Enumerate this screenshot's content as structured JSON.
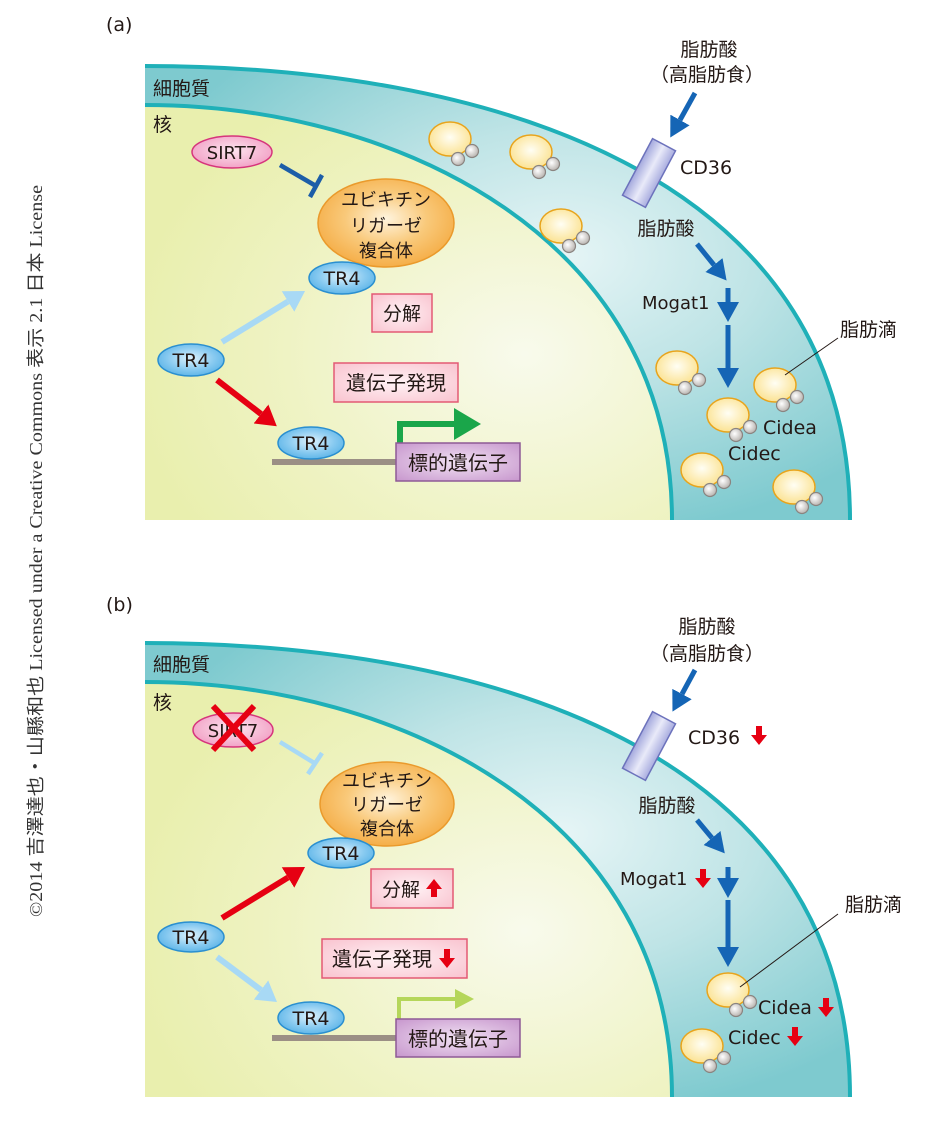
{
  "figure": {
    "copyright": "©2014 吉澤達也・山縣和也 Licensed under a Creative Commons 表示 2.1 日本 License",
    "panels": [
      {
        "label": "(a)",
        "cytoplasm_label": "細胞質",
        "nucleus_label": "核",
        "sirt7": {
          "label": "SIRT7",
          "knocked_out": false
        },
        "ubiquitin_ligase": {
          "line1": "ユビキチン",
          "line2": "リガーゼ",
          "line3": "複合体"
        },
        "tr4_label": "TR4",
        "degradation": {
          "label": "分解",
          "change": "none"
        },
        "gene_expression": {
          "label": "遺伝子発現",
          "change": "none"
        },
        "target_gene": "標的遺伝子",
        "fatty_acid_source": {
          "line1": "脂肪酸",
          "line2": "（高脂肪食）"
        },
        "cd36": {
          "label": "CD36",
          "change": "none"
        },
        "fatty_acid": "脂肪酸",
        "mogat1": {
          "label": "Mogat1",
          "change": "none"
        },
        "lipid_droplet_label": "脂肪滴",
        "cidea": {
          "label": "Cidea",
          "change": "none"
        },
        "cidec": {
          "label": "Cidec",
          "change": "none"
        },
        "lipid_droplet_count": 8,
        "pathway": {
          "tr4_to_degradation": "weak",
          "tr4_to_target_gene": "strong",
          "sirt7_inhibition": "active"
        }
      },
      {
        "label": "(b)",
        "cytoplasm_label": "細胞質",
        "nucleus_label": "核",
        "sirt7": {
          "label": "SIRT7",
          "knocked_out": true
        },
        "ubiquitin_ligase": {
          "line1": "ユビキチン",
          "line2": "リガーゼ",
          "line3": "複合体"
        },
        "tr4_label": "TR4",
        "degradation": {
          "label": "分解",
          "change": "up"
        },
        "gene_expression": {
          "label": "遺伝子発現",
          "change": "down"
        },
        "target_gene": "標的遺伝子",
        "fatty_acid_source": {
          "line1": "脂肪酸",
          "line2": "（高脂肪食）"
        },
        "cd36": {
          "label": "CD36",
          "change": "down"
        },
        "fatty_acid": "脂肪酸",
        "mogat1": {
          "label": "Mogat1",
          "change": "down"
        },
        "lipid_droplet_label": "脂肪滴",
        "cidea": {
          "label": "Cidea",
          "change": "down"
        },
        "cidec": {
          "label": "Cidec",
          "change": "down"
        },
        "lipid_droplet_count": 2,
        "pathway": {
          "tr4_to_degradation": "strong",
          "tr4_to_target_gene": "weak",
          "sirt7_inhibition": "lost"
        }
      }
    ]
  },
  "colors": {
    "membrane": "#1fb0b8",
    "arrow_blue": "#1565b5",
    "arrow_light_blue": "#a8d9f5",
    "arrow_red": "#e60012",
    "transcription_green": "#1aa64a",
    "transcription_green_weak": "#b5d65a",
    "dna": "#9b8f85"
  }
}
